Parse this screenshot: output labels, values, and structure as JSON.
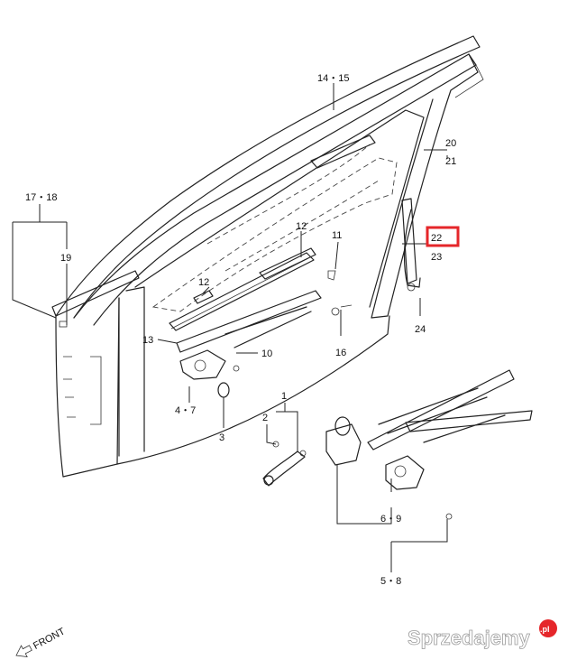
{
  "callouts": {
    "c14_15": "14・15",
    "c20": "20",
    "c21": "21",
    "c17_18": "17・18",
    "c19": "19",
    "c12a": "12",
    "c12b": "12",
    "c11": "11",
    "c22": "22",
    "c23": "23",
    "c24": "24",
    "c13": "13",
    "c10": "10",
    "c16": "16",
    "c4_7": "4・7",
    "c3": "3",
    "c1": "1",
    "c2": "2",
    "c6_9": "6・9",
    "c5_8": "5・8"
  },
  "front_label": "FRONT",
  "watermark": "Sprzedajemy",
  "watermark_dot": ".pl",
  "colors": {
    "highlight": "#e5262a",
    "line": "#222222",
    "watermark_badge": "#e5262a"
  }
}
